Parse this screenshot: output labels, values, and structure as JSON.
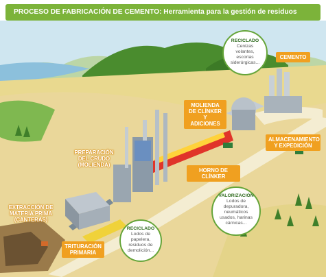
{
  "header": {
    "title_strong": "PROCESO DE FABRICACIÓN DE CEMENTO:",
    "title_rest": " Herramienta para la gestión de residuos"
  },
  "labels": {
    "extraccion": [
      "EXTRACCIÓN DE",
      "MATERIA PRIMA",
      "(CANTERAS)"
    ],
    "trituracion": [
      "TRITURACIÓN",
      "PRIMARIA"
    ],
    "preparacion": [
      "PREPARACIÓN",
      "DEL CRUDO",
      "(MOLIENDA)"
    ],
    "horno": "HORNO DE CLÍNKER",
    "molienda": [
      "MOLIENDA",
      "DE CLÍNKER Y",
      "ADICIONES"
    ],
    "cemento": "CEMENTO",
    "almacenamiento": [
      "ALMACENAMIENTO",
      "Y EXPEDICIÓN"
    ]
  },
  "bubbles": {
    "reciclado_top": {
      "title": "RECICLADO",
      "lines": [
        "Cenizas",
        "volantes,",
        "escorias",
        "siderúrgicas..."
      ]
    },
    "reciclado_bottom": {
      "title": "RECICLADO",
      "lines": [
        "Lodos de",
        "papelera,",
        "residuos de",
        "demolición..."
      ]
    },
    "valorizacion": {
      "title": "VALORIZACIÓN",
      "lines": [
        "Lodos de",
        "depuradora,",
        "neumáticos",
        "usados, harinas",
        "cárnicas..."
      ]
    }
  },
  "colors": {
    "header_green": "#7cb33a",
    "label_orange": "#f0a020",
    "bubble_border": "#66a53a"
  }
}
